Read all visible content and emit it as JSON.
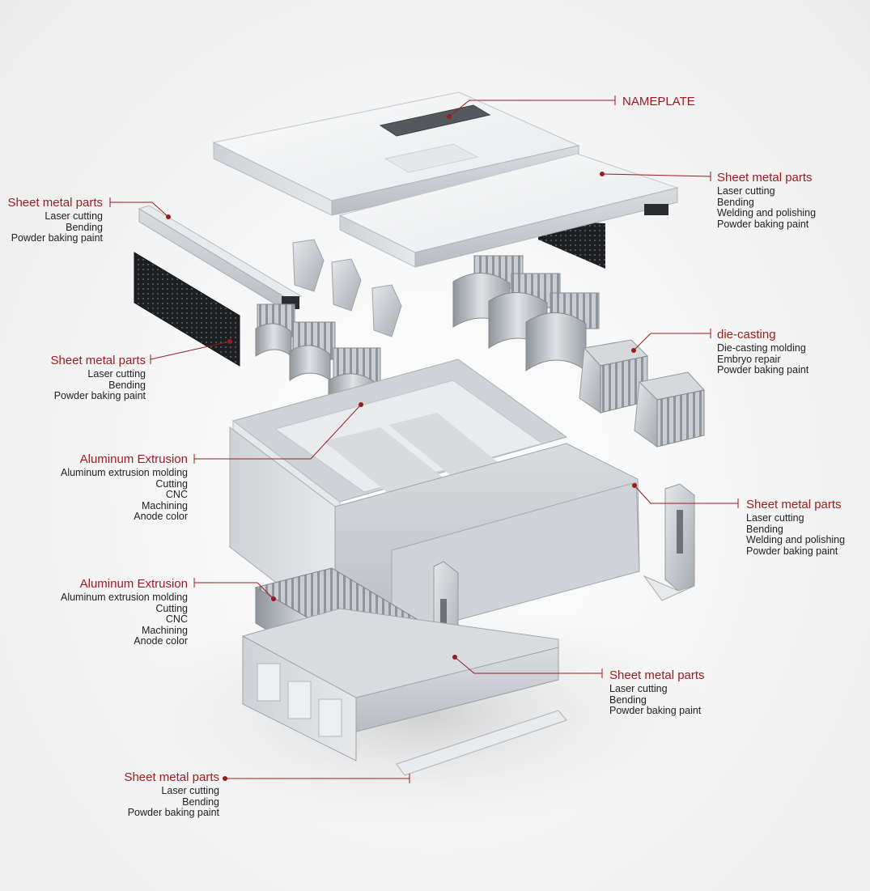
{
  "callouts": {
    "nameplate": {
      "title": "NAMEPLATE",
      "lines": []
    },
    "sheet_top_right": {
      "title": "Sheet metal parts",
      "lines": [
        "Laser cutting",
        "Bending",
        "Welding and polishing",
        "Powder baking paint"
      ]
    },
    "sheet_top_left": {
      "title": "Sheet metal parts",
      "lines": [
        "Laser cutting",
        "Bending",
        "Powder baking paint"
      ]
    },
    "sheet_mid_left": {
      "title": "Sheet metal parts",
      "lines": [
        "Laser cutting",
        "Bending",
        "Powder baking paint"
      ]
    },
    "die_casting": {
      "title": "die-casting",
      "lines": [
        "Die-casting molding",
        "Embryo repair",
        "Powder baking paint"
      ]
    },
    "alu_upper": {
      "title": "Aluminum Extrusion",
      "lines": [
        "Aluminum extrusion molding",
        "Cutting",
        "CNC",
        "Machining",
        "Anode color"
      ]
    },
    "sheet_mid_right": {
      "title": "Sheet metal parts",
      "lines": [
        "Laser cutting",
        "Bending",
        "Welding and polishing",
        "Powder baking paint"
      ]
    },
    "alu_lower": {
      "title": "Aluminum Extrusion",
      "lines": [
        "Aluminum extrusion molding",
        "Cutting",
        "CNC",
        "Machining",
        "Anode color"
      ]
    },
    "sheet_lower_right": {
      "title": "Sheet metal parts",
      "lines": [
        "Laser cutting",
        "Bending",
        "Powder baking paint"
      ]
    },
    "sheet_bottom": {
      "title": "Sheet metal parts",
      "lines": [
        "Laser cutting",
        "Bending",
        "Powder baking paint"
      ]
    }
  },
  "colors": {
    "accent": "#9a1b1f",
    "text": "#222222"
  }
}
